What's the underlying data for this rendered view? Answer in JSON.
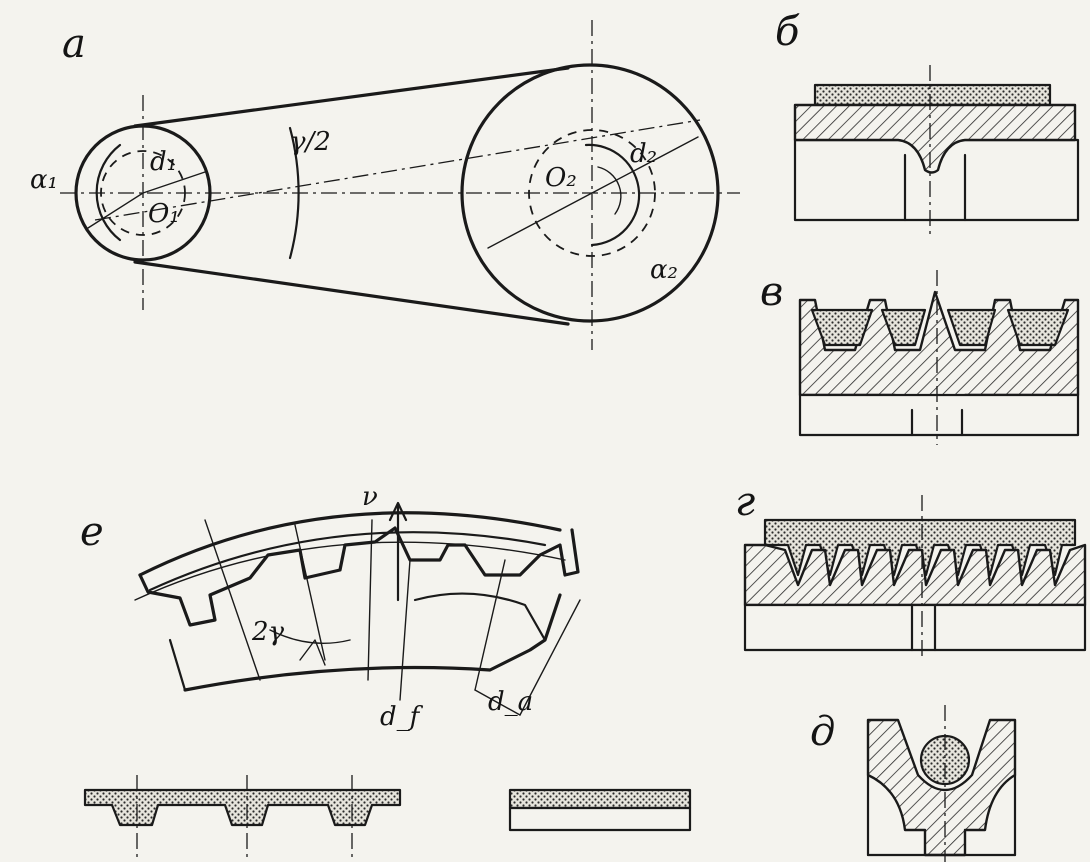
{
  "figure": {
    "panel_labels": {
      "a": "а",
      "b": "б",
      "v": "в",
      "g": "г",
      "d": "д",
      "e": "е"
    },
    "drive_labels": {
      "alpha1": "α₁",
      "d1": "d₁",
      "O1": "O₁",
      "gamma_half": "γ/2",
      "O2": "O₂",
      "d2": "d₂",
      "alpha2": "α₂"
    },
    "tooth_labels": {
      "v": "ν",
      "two_gamma": "2γ",
      "df": "d_f",
      "da": "d_a"
    },
    "colors": {
      "ink": "#1a1a1a",
      "paper": "#f4f3ee"
    }
  }
}
